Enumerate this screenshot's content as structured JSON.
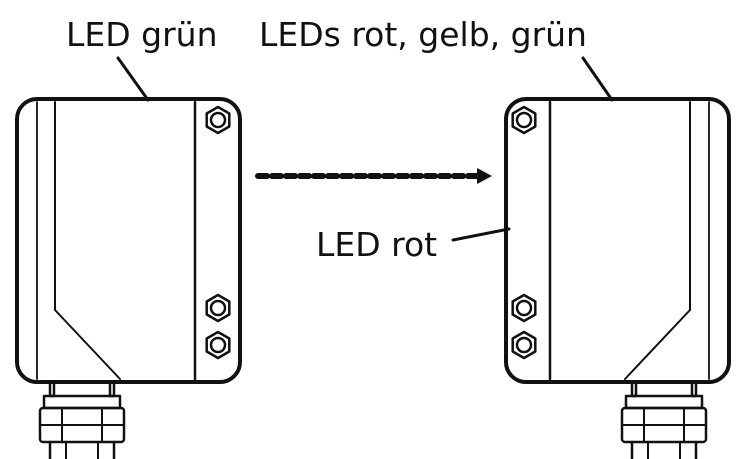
{
  "labels": {
    "led_green": "LED grün",
    "leds_multi": "LEDs rot, gelb, grün",
    "led_red": "LED rot"
  },
  "colors": {
    "line": "#111111",
    "background": "#ffffff"
  }
}
